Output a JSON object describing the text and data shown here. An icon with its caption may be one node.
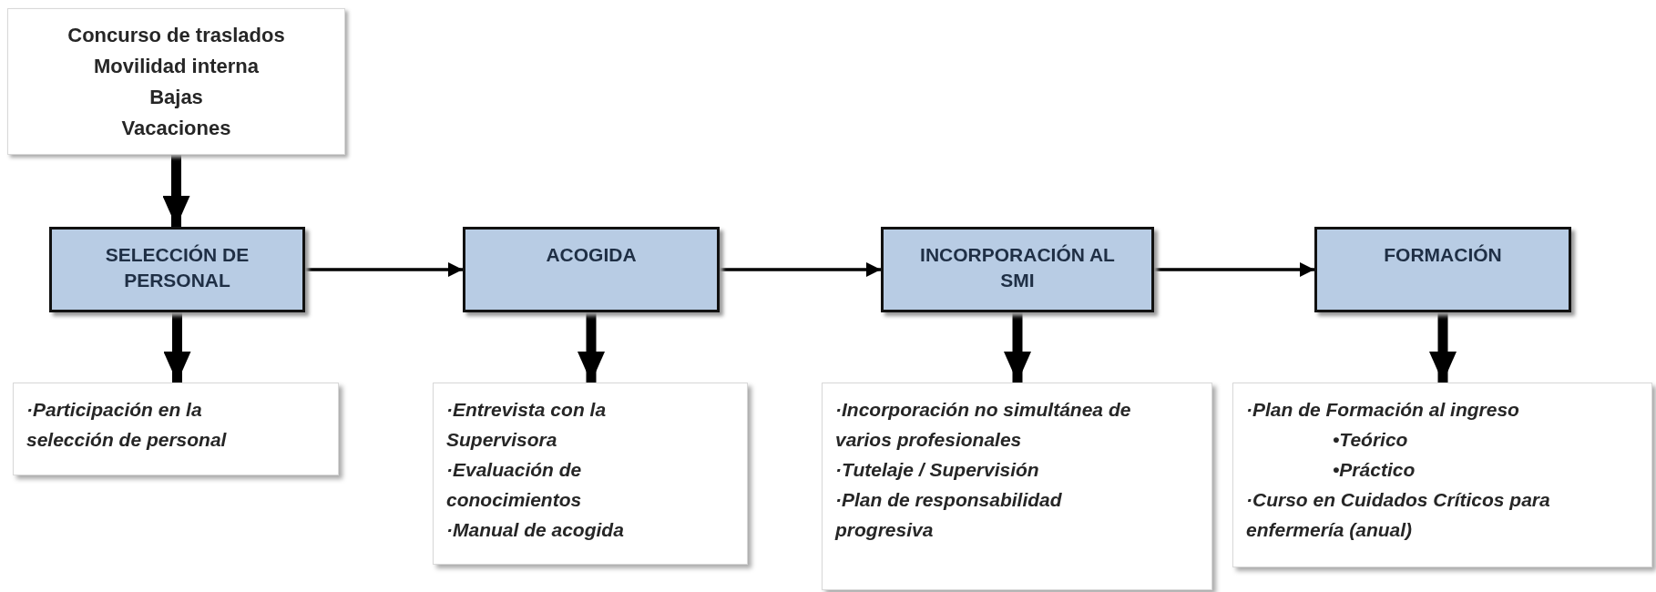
{
  "diagram": {
    "nodes": [
      {
        "text": [
          "Concurso de traslados",
          "Movilidad interna",
          "Bajas",
          "Vacaciones"
        ]
      },
      {
        "text": [
          "SELECCIÓN DE PERSONAL"
        ]
      },
      {
        "text": [
          "ACOGIDA"
        ]
      },
      {
        "text": [
          "INCORPORACIÓN AL SMI"
        ]
      },
      {
        "text": [
          "FORMACIÓN"
        ]
      },
      {
        "text": [
          "·Participación en la selección de personal"
        ]
      },
      {
        "text": [
          "·Entrevista con la Supervisora",
          "·Evaluación de conocimientos",
          "·Manual de acogida"
        ]
      },
      {
        "text": [
          "·Incorporación no simultánea de varios profesionales",
          "·Tutelaje / Supervisión",
          "·Plan de responsabilidad progresiva"
        ]
      },
      {
        "text": [
          "·Plan de Formación al ingreso",
          "•Teórico",
          "•Práctico",
          "·Curso en Cuidados Críticos para enfermería (anual)"
        ]
      }
    ],
    "edges": [
      {
        "from": 0,
        "to": 1,
        "arrow": "to"
      },
      {
        "from": 1,
        "to": 2,
        "arrow": "to"
      },
      {
        "from": 2,
        "to": 3,
        "arrow": "to"
      },
      {
        "from": 3,
        "to": 4,
        "arrow": "to"
      },
      {
        "from": 1,
        "to": 5,
        "arrow": "to"
      },
      {
        "from": 2,
        "to": 6,
        "arrow": "to"
      },
      {
        "from": 3,
        "to": 7,
        "arrow": "to"
      },
      {
        "from": 4,
        "to": 8,
        "arrow": "to"
      }
    ]
  }
}
